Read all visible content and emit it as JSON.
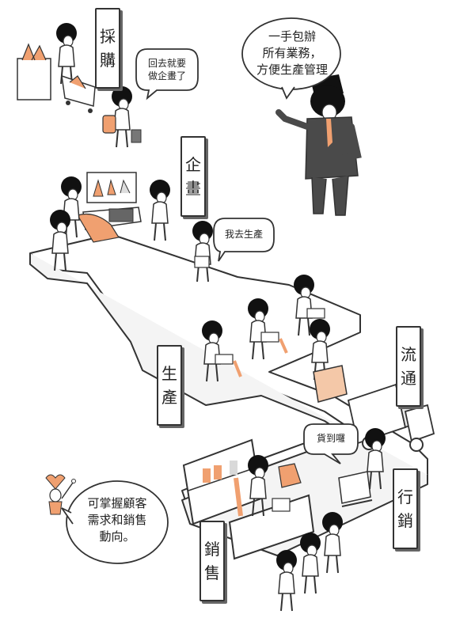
{
  "signs": {
    "purchase": [
      "採",
      "購"
    ],
    "planning": [
      "企",
      "畫"
    ],
    "production": [
      "生",
      "產"
    ],
    "logistics": [
      "流",
      "通"
    ],
    "marketing": [
      "行",
      "銷"
    ],
    "sales": [
      "銷",
      "售"
    ]
  },
  "bubbles": {
    "back_to_plan": "回去就要\n做企畫了",
    "all_in_one": "一手包辦\n所有業務，\n方便生產管理",
    "go_produce": "我去生產",
    "arrived": "貨到囉",
    "grasp_demand": "可掌握顧客\n需求和銷售\n動向。"
  },
  "colors": {
    "accent_orange": "#f0a070",
    "line": "#333333",
    "suit": "#4a4a4a",
    "hair": "#111111"
  }
}
